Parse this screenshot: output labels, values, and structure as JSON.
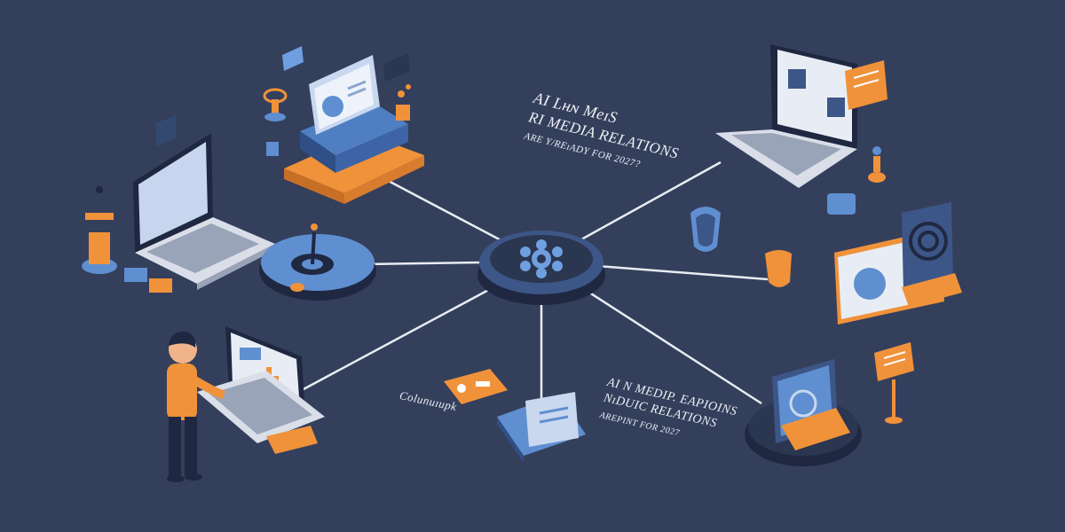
{
  "captions": {
    "top_line1": "AI Lʜɴ MeɪS",
    "top_line2": "RI MEDIA RELATIONS",
    "top_line3": "ARE Y/REɪADY FOR 2027?",
    "bottom_line1": "AI N MEDIP. EAPIOINS",
    "bottom_line2": "NɪDUIC RELATIONS",
    "bottom_line3": "AREPINT FOR 2027",
    "small_label": "Colunuɪupk"
  },
  "colors": {
    "background": "#343f5c",
    "accent_orange": "#f0923a",
    "accent_blue": "#5f8fd0",
    "node_dark": "#2b3650",
    "line": "#e9ecf2"
  }
}
